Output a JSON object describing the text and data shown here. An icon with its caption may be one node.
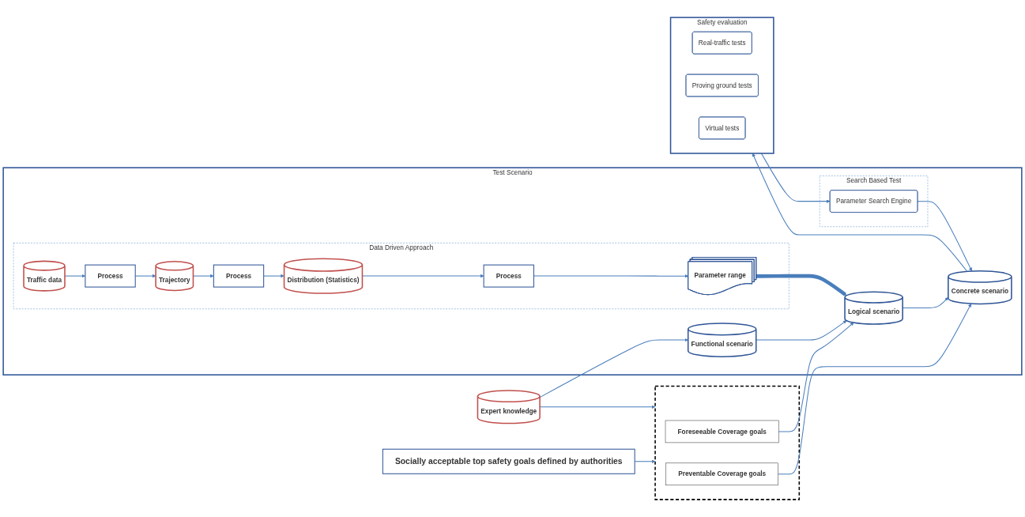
{
  "diagram": {
    "nodes": [
      {
        "text": [
          "Socially acceptable top safety goals defined by authorities"
        ]
      },
      {
        "text": [
          "Test Scenario"
        ]
      },
      {
        "text": [
          "Data Driven Approach"
        ],
        "in": 1
      },
      {
        "text": [
          "Traffic data"
        ],
        "in": 2
      },
      {
        "text": [
          "Process"
        ],
        "in": 2
      },
      {
        "text": [
          "Trajectory"
        ],
        "in": 2
      },
      {
        "text": [
          "Process"
        ],
        "in": 2
      },
      {
        "text": [
          "Distribution (Statistics)"
        ],
        "in": 2
      },
      {
        "text": [
          "Process"
        ],
        "in": 2
      },
      {
        "text": [
          "Parameter range"
        ],
        "in": 2
      },
      {
        "text": [
          "Search Based Test"
        ],
        "in": 1
      },
      {
        "text": [
          "Parameter Search Engine"
        ],
        "in": 10
      },
      {
        "text": [
          "Functional scenario"
        ],
        "in": 1
      },
      {
        "text": [
          "Logical scenario"
        ],
        "in": 1
      },
      {
        "text": [
          "Concrete scenario"
        ],
        "in": 1
      },
      {
        "text": [
          "Expert knowledge"
        ]
      },
      {
        "text": [],
        "shape": "box"
      },
      {
        "text": [
          "Foreseeable Coverage goals"
        ],
        "in": 16
      },
      {
        "text": [
          "Preventable Coverage goals"
        ],
        "in": 16
      },
      {
        "text": [
          "Safety evaluation"
        ]
      },
      {
        "text": [
          "Real-traffic tests"
        ],
        "in": 19
      },
      {
        "text": [
          "Proving ground tests"
        ],
        "in": 19
      },
      {
        "text": [
          "Virtual tests"
        ],
        "in": 19
      }
    ],
    "edges": [
      {
        "from": 3,
        "to": 4,
        "arrow": "to"
      },
      {
        "from": 4,
        "to": 5,
        "arrow": "to"
      },
      {
        "from": 5,
        "to": 6,
        "arrow": "to"
      },
      {
        "from": 6,
        "to": 7,
        "arrow": "to"
      },
      {
        "from": 7,
        "to": 8,
        "arrow": "to"
      },
      {
        "from": 8,
        "to": 9,
        "arrow": "to"
      },
      {
        "from": 9,
        "to": 13,
        "arrow": "to",
        "style": "thick"
      },
      {
        "from": 15,
        "to": 12,
        "arrow": "to"
      },
      {
        "from": 12,
        "to": 13,
        "arrow": "to"
      },
      {
        "from": 13,
        "to": 14,
        "arrow": "to"
      },
      {
        "from": 17,
        "to": 13,
        "arrow": "to"
      },
      {
        "from": 18,
        "to": 14,
        "arrow": "to"
      },
      {
        "from": 15,
        "to": 16,
        "arrow": "to"
      },
      {
        "from": 0,
        "to": 16,
        "arrow": "to"
      },
      {
        "from": 11,
        "to": 14,
        "arrow": "to"
      },
      {
        "from": 19,
        "to": 11,
        "arrow": "to"
      },
      {
        "from": 14,
        "to": 19,
        "arrow": "to"
      }
    ]
  }
}
